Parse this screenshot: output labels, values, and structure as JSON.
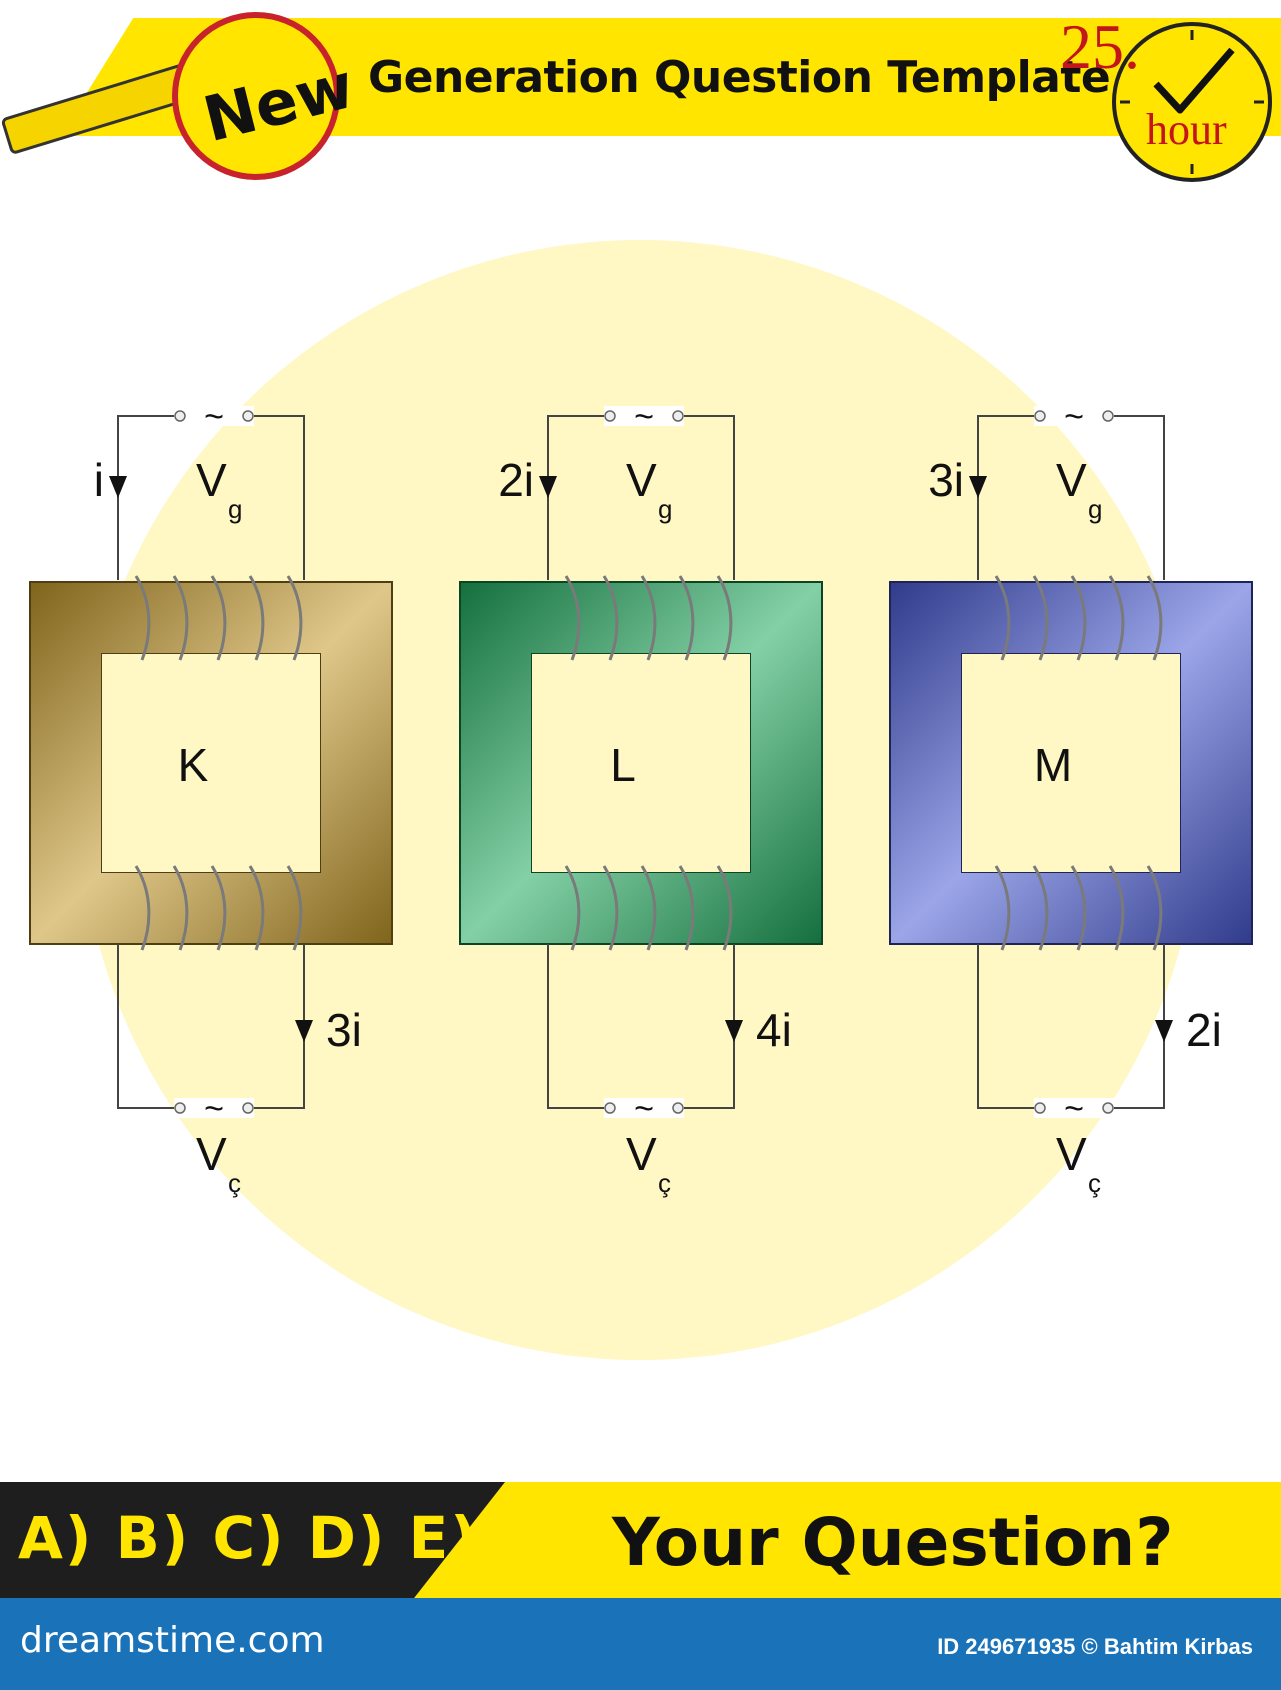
{
  "header": {
    "badge": "New",
    "title": "Generation Question Template",
    "clock_number": "25.",
    "clock_unit": "hour"
  },
  "transformers": [
    {
      "core_label": "K",
      "primary_current": "i",
      "primary_voltage": "V",
      "primary_sub": "g",
      "secondary_current": "3i",
      "secondary_voltage": "V",
      "secondary_sub": "ç",
      "source_symbol": "~",
      "core_color": "#c49a2a"
    },
    {
      "core_label": "L",
      "primary_current": "2i",
      "primary_voltage": "V",
      "primary_sub": "g",
      "secondary_current": "4i",
      "secondary_voltage": "V",
      "secondary_sub": "ç",
      "source_symbol": "~",
      "core_color": "#1faa5e"
    },
    {
      "core_label": "M",
      "primary_current": "3i",
      "primary_voltage": "V",
      "primary_sub": "g",
      "secondary_current": "2i",
      "secondary_voltage": "V",
      "secondary_sub": "ç",
      "source_symbol": "~",
      "core_color": "#4a5bd6"
    }
  ],
  "question_bar": {
    "answers": "A) B) C) D) E)",
    "question": "Your Question?"
  },
  "footer": {
    "brand": "dreamstime.com",
    "credit": "ID 249671935 © Bahtim Kirbas"
  }
}
